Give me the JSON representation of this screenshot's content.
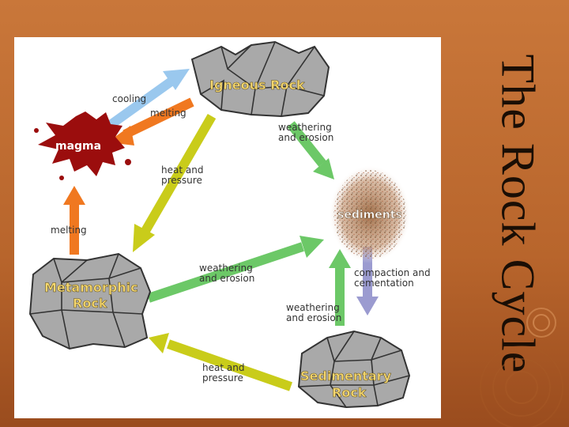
{
  "slide": {
    "title": "The Rock Cycle"
  },
  "nodes": {
    "igneous": "Igneous Rock",
    "magma": "magma",
    "sediments": "sediments",
    "metamorphic_line1": "Metamorphic",
    "metamorphic_line2": "Rock",
    "sedimentary_line1": "Sedimentary",
    "sedimentary_line2": "Rock"
  },
  "arrows": {
    "cooling": "cooling",
    "melting_igneous": "melting",
    "weathering_igneous_l1": "weathering",
    "weathering_igneous_l2": "and erosion",
    "heat_pressure_igneous_l1": "heat and",
    "heat_pressure_igneous_l2": "pressure",
    "melting_metamorphic": "melting",
    "weathering_metamorphic_l1": "weathering",
    "weathering_metamorphic_l2": "and erosion",
    "compaction_l1": "compaction and",
    "compaction_l2": "cementation",
    "weathering_sedimentary_l1": "weathering",
    "weathering_sedimentary_l2": "and erosion",
    "heat_pressure_sedimentary_l1": "heat and",
    "heat_pressure_sedimentary_l2": "pressure"
  },
  "colors": {
    "background": "#c9773a",
    "arrow_blue": "#9ac8ee",
    "arrow_orange": "#f07820",
    "arrow_green": "#6cc867",
    "arrow_yellow": "#c9cc1a",
    "arrow_purple": "#9b9bd0",
    "rock_gray": "#a9a9a9",
    "magma_red": "#9b0d0d"
  }
}
